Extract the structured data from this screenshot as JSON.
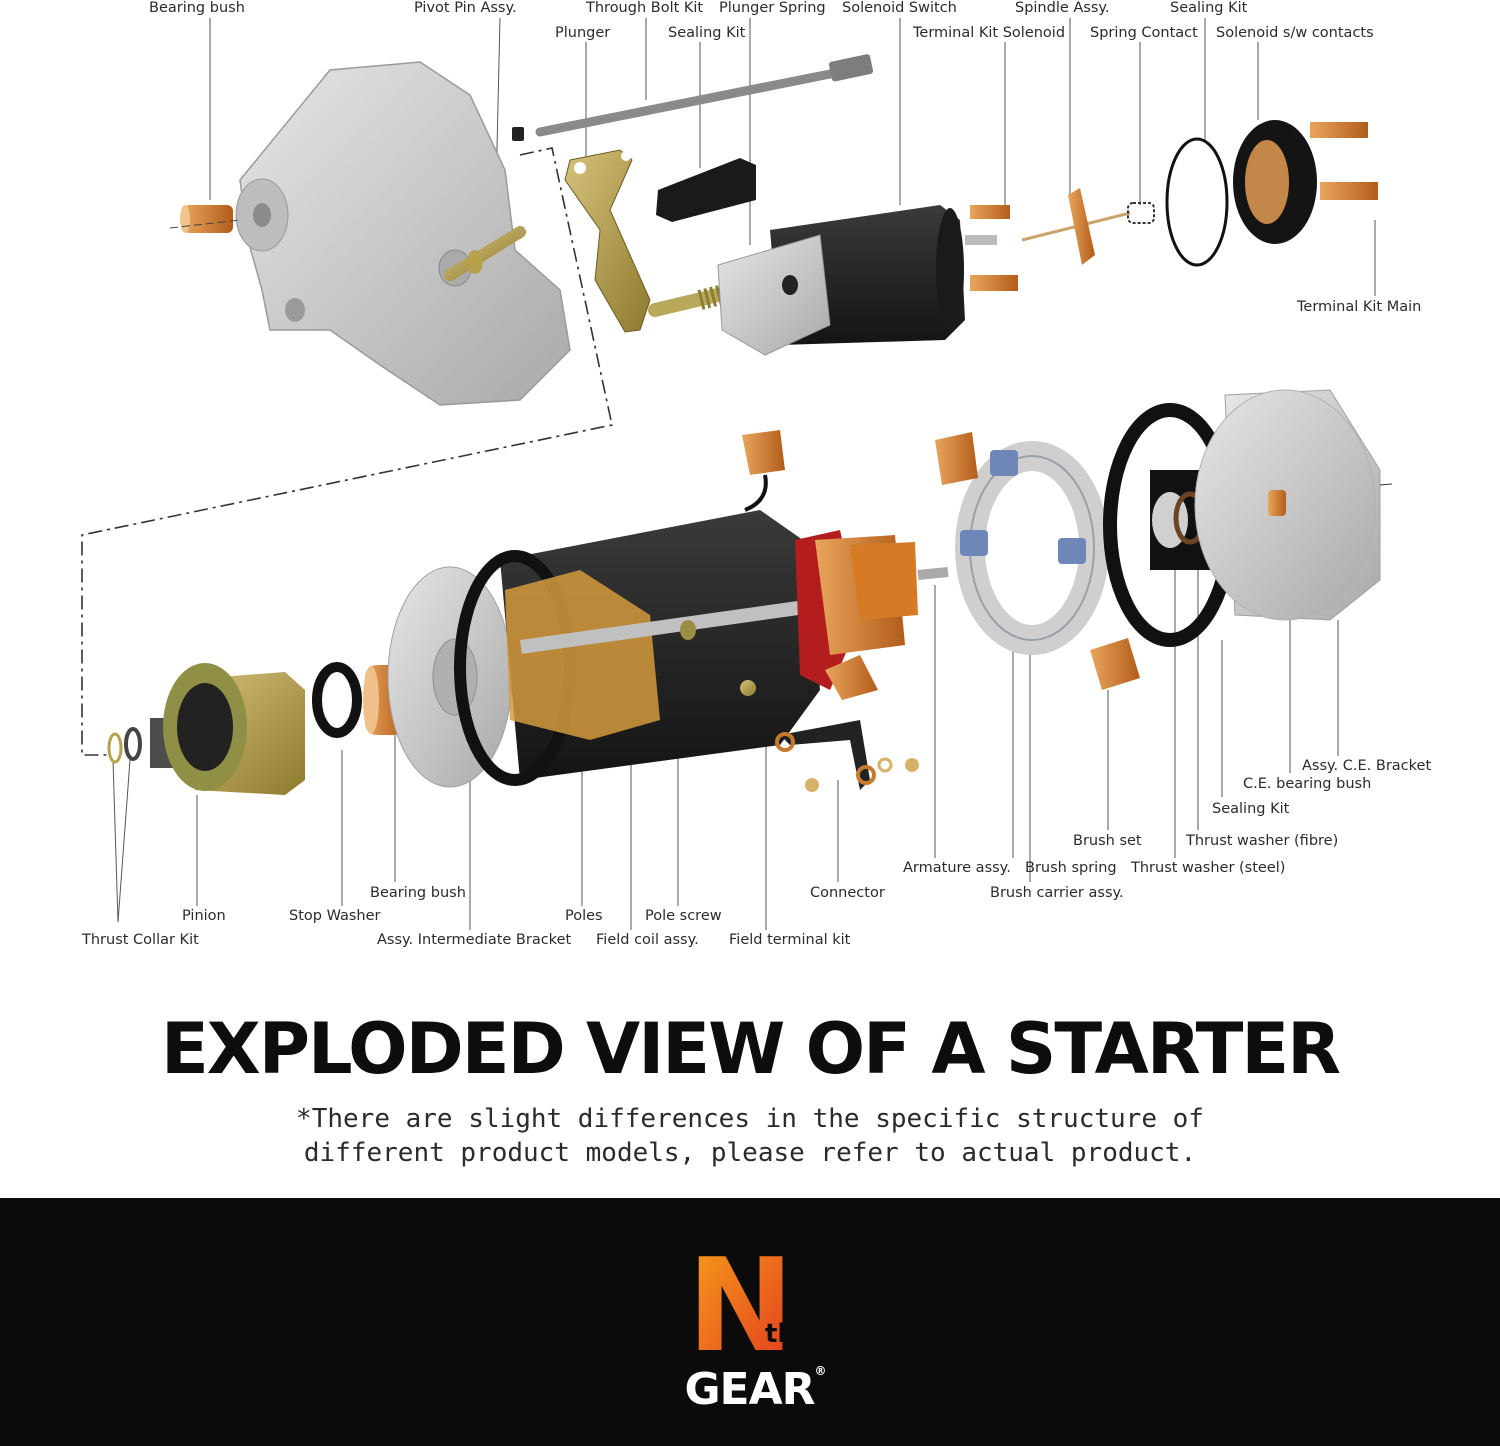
{
  "labels": {
    "bearing_bush_top": "Bearing bush",
    "pivot_pin": "Pivot Pin Assy.",
    "through_bolt": "Through Bolt Kit",
    "plunger_spring": "Plunger Spring",
    "solenoid_switch": "Solenoid Switch",
    "spindle": "Spindle Assy.",
    "sealing_kit_top": "Sealing Kit",
    "plunger": "Plunger",
    "sealing_kit_mid": "Sealing Kit",
    "terminal_kit_solenoid": "Terminal Kit Solenoid",
    "spring_contact": "Spring Contact",
    "solenoid_contacts": "Solenoid s/w contacts",
    "terminal_kit_main": "Terminal Kit Main",
    "assy_ce_bracket": "Assy. C.E. Bracket",
    "ce_bearing_bush": "C.E. bearing bush",
    "sealing_kit_right": "Sealing Kit",
    "brush_set": "Brush set",
    "thrust_washer_fibre": "Thrust washer (fibre)",
    "armature": "Armature assy.",
    "brush_spring": "Brush spring",
    "thrust_washer_steel": "Thrust washer (steel)",
    "connector": "Connector",
    "brush_carrier": "Brush carrier assy.",
    "bearing_bush_bottom": "Bearing bush",
    "pinion": "Pinion",
    "stop_washer": "Stop Washer",
    "poles": "Poles",
    "pole_screw": "Pole screw",
    "thrust_collar": "Thrust Collar Kit",
    "intermediate_bracket": "Assy. Intermediate Bracket",
    "field_coil": "Field coil assy.",
    "field_terminal": "Field terminal kit"
  },
  "headline": "EXPLODED VIEW OF A STARTER",
  "note": {
    "line1": "*There are slight differences in the specific structure of",
    "line2": "different product models, please refer to actual product."
  },
  "logo": {
    "letter": "N",
    "superscript": "th",
    "word": "GEAR",
    "reg": "®"
  },
  "colors": {
    "brand_orange": "#f07a1c",
    "brand_red": "#e23a1e",
    "footer_bg": "#0b0b0b",
    "metal_gray": "#c8c8c8",
    "body_black": "#1e1e1e",
    "copper": "#c8742b"
  }
}
